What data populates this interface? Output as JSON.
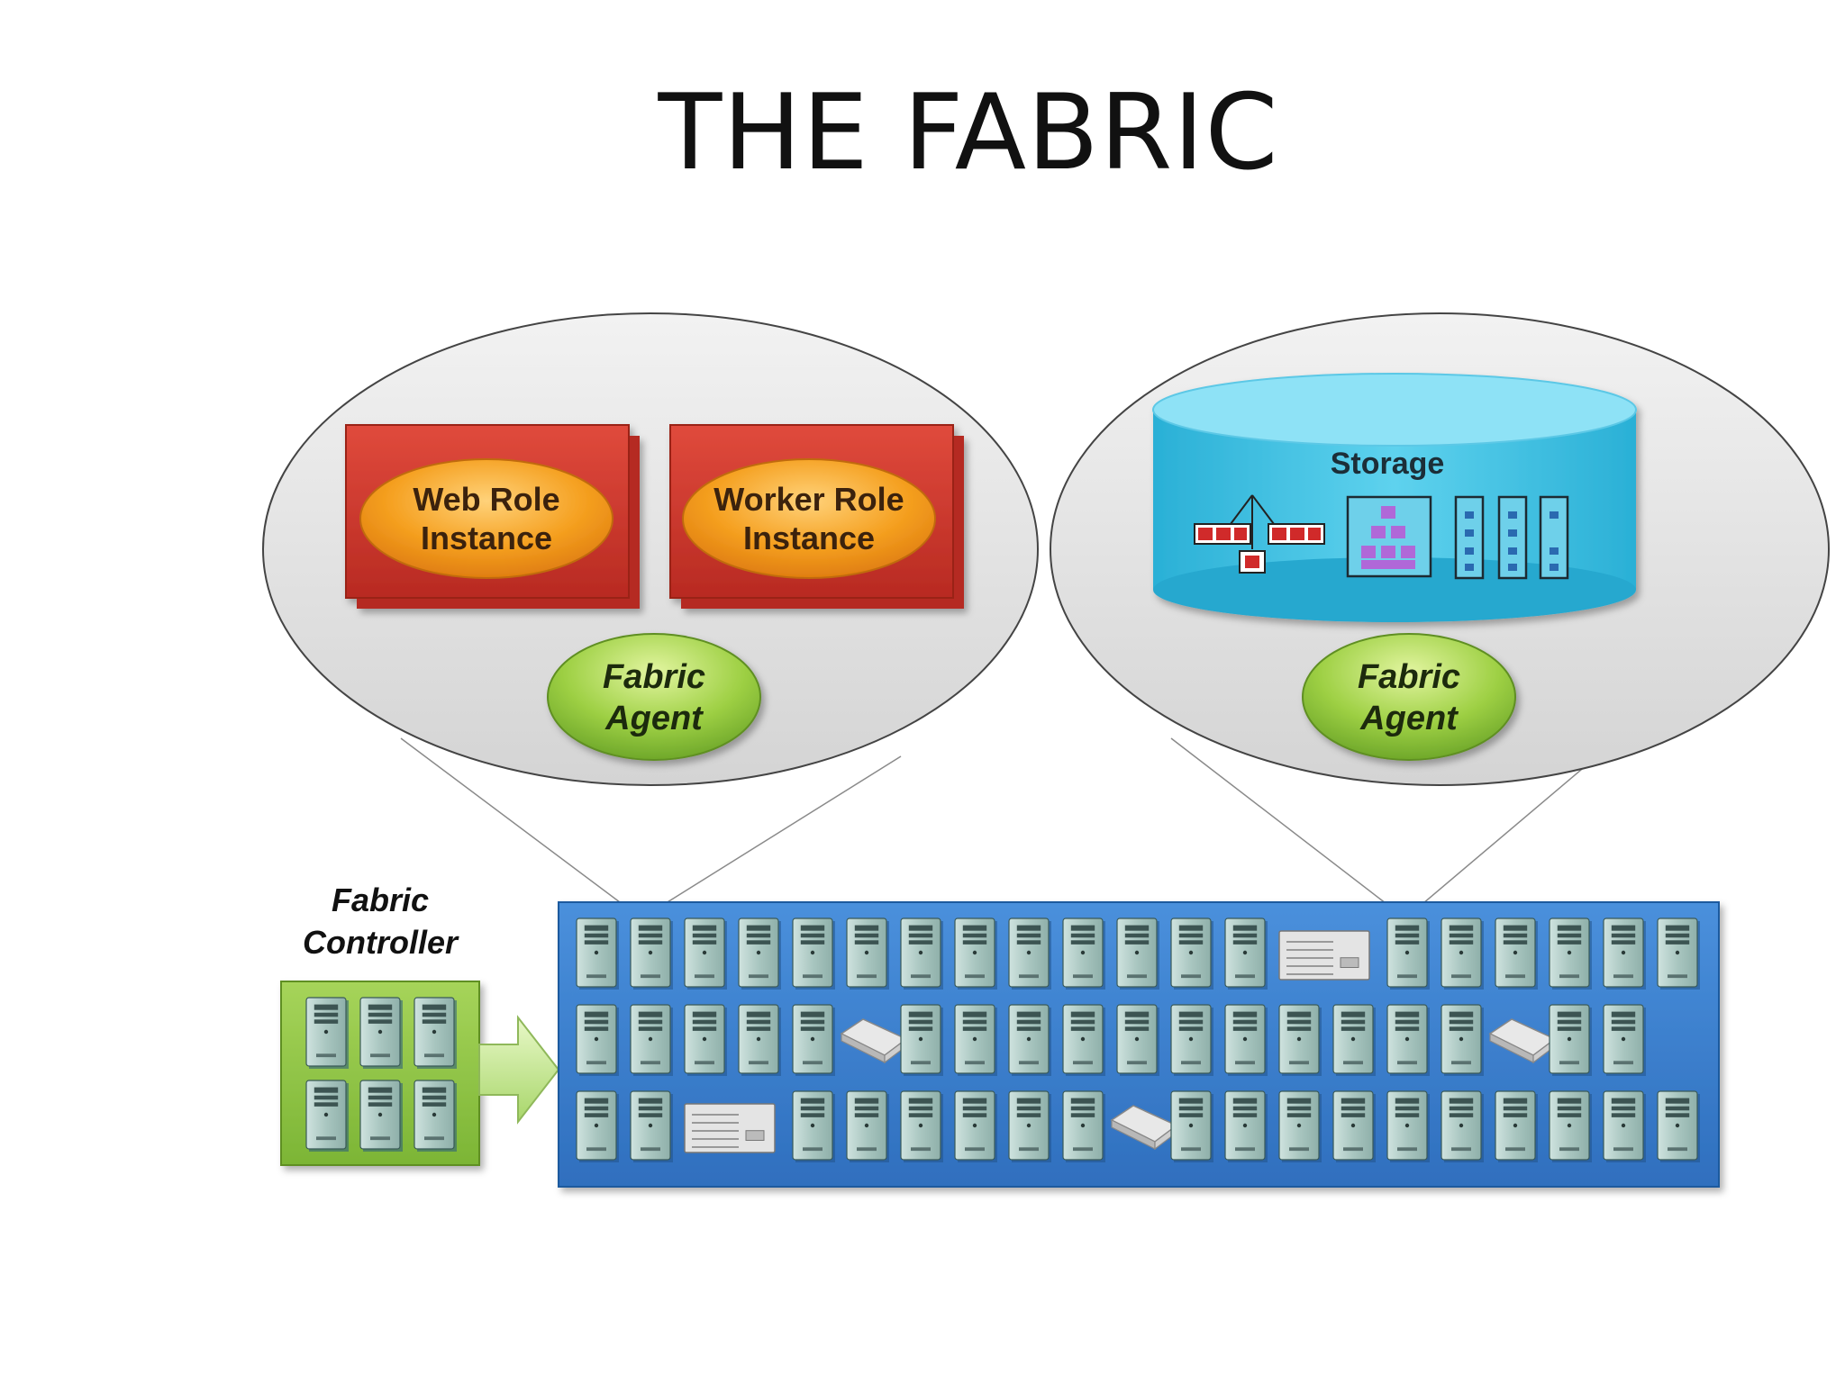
{
  "title": "THE FABRIC",
  "left_node": {
    "roles": [
      {
        "line1": "Web Role",
        "line2": "Instance"
      },
      {
        "line1": "Worker Role",
        "line2": "Instance"
      }
    ],
    "agent": {
      "line1": "Fabric",
      "line2": "Agent"
    }
  },
  "right_node": {
    "storage_label": "Storage",
    "agent": {
      "line1": "Fabric",
      "line2": "Agent"
    }
  },
  "controller": {
    "line1": "Fabric",
    "line2": "Controller"
  },
  "datacenter": {
    "rows": [
      [
        "s",
        "s",
        "s",
        "s",
        "s",
        "s",
        "s",
        "s",
        "s",
        "s",
        "s",
        "s",
        "s",
        "rack",
        "s",
        "s",
        "s",
        "s",
        "s",
        "s"
      ],
      [
        "s",
        "s",
        "s",
        "s",
        "s",
        "switch",
        "s",
        "s",
        "s",
        "s",
        "s",
        "s",
        "s",
        "s",
        "s",
        "s",
        "s",
        "switch",
        "s",
        "s"
      ],
      [
        "s",
        "s",
        "rack",
        "s",
        "s",
        "s",
        "s",
        "s",
        "s",
        "switch",
        "s",
        "s",
        "s",
        "s",
        "s",
        "s",
        "s",
        "s",
        "s",
        "s"
      ]
    ]
  },
  "colors": {
    "role_box": "#d23a2f",
    "role_oval": "#f39a1e",
    "agent": "#8cc83a",
    "storage": "#3cc0e0",
    "datacenter": "#3a7fce",
    "controller": "#8cc63f"
  }
}
